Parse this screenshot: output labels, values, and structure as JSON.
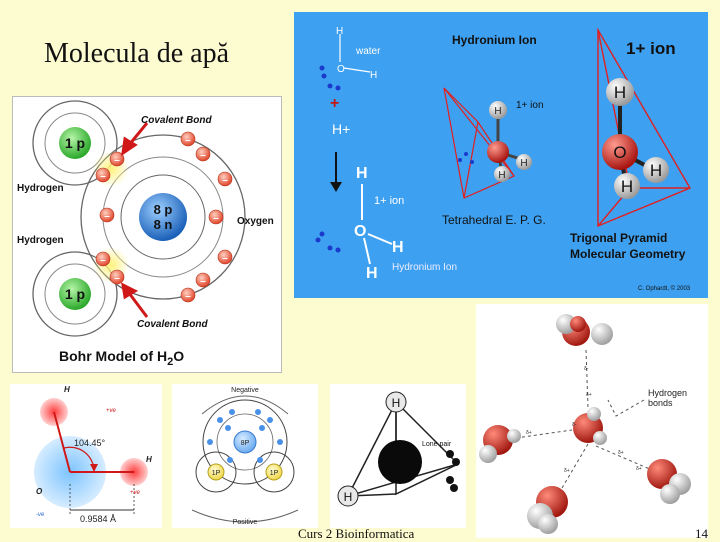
{
  "slide": {
    "title": "Molecula de apă",
    "footer": "Curs 2 Bioinformatica",
    "page_number": "14"
  },
  "bohr": {
    "covalent_bond_top": "Covalent Bond",
    "covalent_bond_bottom": "Covalent Bond",
    "hydrogen_top": "Hydrogen",
    "hydrogen_bottom": "Hydrogen",
    "oxygen": "Oxygen",
    "h_nucleus_top": "1 p",
    "h_nucleus_bottom": "1 p",
    "o_nucleus_p": "8 p",
    "o_nucleus_n": "8 n",
    "electron": "–",
    "caption_prefix": "Bohr Model of H",
    "caption_sub": "2",
    "caption_suffix": "O"
  },
  "hydronium": {
    "heading": "Hydronium Ion",
    "charge": "1+ ion",
    "water": "water",
    "plus": "+",
    "h_plus": "H+",
    "small_charge": "1+ ion",
    "mid_charge": "1+ ion",
    "h": "H",
    "o": "O",
    "hydronium_label": "Hydronium Ion",
    "tetrahedral": "Tetrahedral E. P. G.",
    "trigonal_1": "Trigonal Pyramid",
    "trigonal_2": "Molecular Geometry",
    "credit": "C. Ophardt, © 2003"
  },
  "angle": {
    "h_top": "H",
    "h_right": "H",
    "o": "O",
    "angle": "104.45°",
    "length": "0.9584 Å",
    "pos_top": "+ve",
    "pos_right": "+ve",
    "neg": "-ve"
  },
  "charge_diagram": {
    "negative": "Negative",
    "positive": "Positive",
    "o_nucleus": "8P",
    "h_left": "1P",
    "h_right": "1P"
  },
  "lone_pair": {
    "label": "Lone pair",
    "h_top": "H",
    "h_bottom": "H"
  },
  "hbond": {
    "label_1": "Hydrogen",
    "label_2": "bonds",
    "delta_minus": "δ-",
    "delta_plus": "δ+"
  },
  "colors": {
    "background": "#fdfbd0",
    "hydronium_bg": "#3ea0f0",
    "oxygen_red": "#c8201a",
    "hydrogen_green": "#3cc43c",
    "oxygen_blue": "#2a82d8"
  }
}
